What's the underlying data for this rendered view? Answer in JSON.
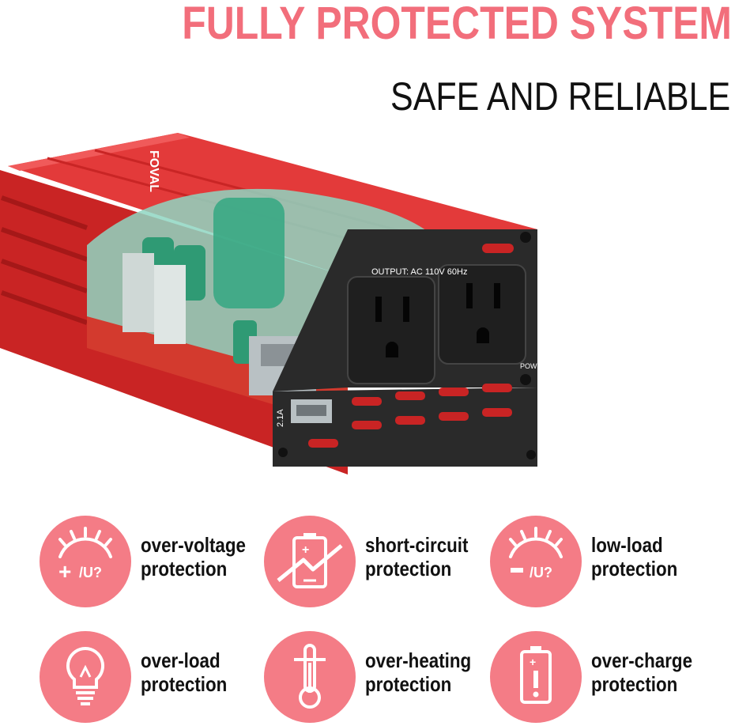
{
  "header": {
    "title": "FULLY PROTECTED SYSTEM",
    "subtitle": "SAFE AND RELIABLE"
  },
  "product": {
    "brand": "FOVAL",
    "output_label": "OUTPUT: AC  110V 60Hz",
    "usb_label": "2.1A",
    "pow_label": "POW"
  },
  "features": [
    {
      "icon": "over-voltage-gauge-icon",
      "line1": "over-voltage",
      "line2": "protection"
    },
    {
      "icon": "short-circuit-battery-icon",
      "line1": "short-circuit",
      "line2": "protection"
    },
    {
      "icon": "low-load-gauge-icon",
      "line1": "low-load",
      "line2": "protection"
    },
    {
      "icon": "light-bulb-icon",
      "line1": "over-load",
      "line2": "protection"
    },
    {
      "icon": "thermometer-icon",
      "line1": "over-heating",
      "line2": "protection"
    },
    {
      "icon": "battery-warning-icon",
      "line1": "over-charge",
      "line2": "protection"
    }
  ],
  "colors": {
    "accent": "#f26e7b",
    "icon_circle": "#f47c86",
    "body_red": "#d32a2a",
    "panel_black": "#2a2a2a"
  }
}
